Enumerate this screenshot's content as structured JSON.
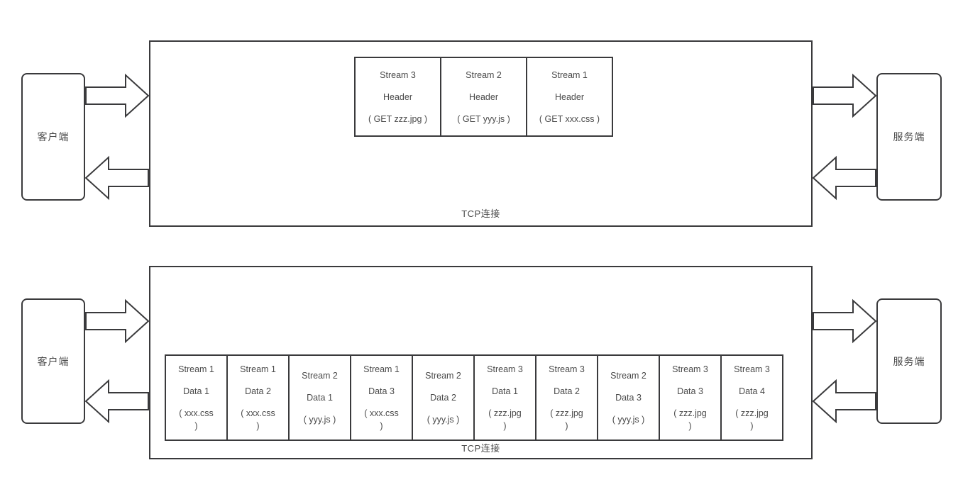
{
  "colors": {
    "stroke": "#3a3a3c",
    "text": "#4a4a4a",
    "background": "#ffffff"
  },
  "sections": [
    {
      "client_label": "客户端",
      "server_label": "服务端",
      "connection_label": "TCP连接",
      "frames": [
        {
          "line1": "Stream 3",
          "line2": "Header",
          "caption": "( GET zzz.jpg )"
        },
        {
          "line1": "Stream 2",
          "line2": "Header",
          "caption": "( GET yyy.js )"
        },
        {
          "line1": "Stream 1",
          "line2": "Header",
          "caption": "( GET xxx.css )"
        }
      ]
    },
    {
      "client_label": "客户端",
      "server_label": "服务端",
      "connection_label": "TCP连接",
      "frames": [
        {
          "line1": "Stream 1",
          "line2": "Data 1",
          "caption": "( xxx.css\n)"
        },
        {
          "line1": "Stream 1",
          "line2": "Data 2",
          "caption": "( xxx.css\n)"
        },
        {
          "line1": "Stream 2",
          "line2": "Data 1",
          "caption": "( yyy.js )"
        },
        {
          "line1": "Stream 1",
          "line2": "Data 3",
          "caption": "( xxx.css\n)"
        },
        {
          "line1": "Stream 2",
          "line2": "Data 2",
          "caption": "( yyy.js )"
        },
        {
          "line1": "Stream 3",
          "line2": "Data 1",
          "caption": "( zzz.jpg\n)"
        },
        {
          "line1": "Stream 3",
          "line2": "Data 2",
          "caption": "( zzz.jpg\n)"
        },
        {
          "line1": "Stream 2",
          "line2": "Data 3",
          "caption": "( yyy.js )"
        },
        {
          "line1": "Stream 3",
          "line2": "Data 3",
          "caption": "( zzz.jpg\n)"
        },
        {
          "line1": "Stream 3",
          "line2": "Data 4",
          "caption": "( zzz.jpg\n)"
        }
      ]
    }
  ]
}
